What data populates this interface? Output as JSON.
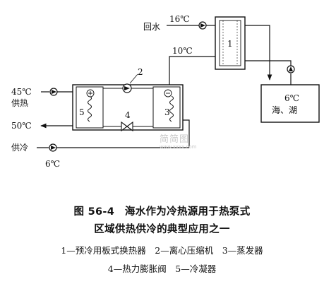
{
  "labels": {
    "return_water": "回水",
    "temp_16": "16℃",
    "temp_10": "10℃",
    "temp_45": "45℃",
    "heating_supply": "供热",
    "temp_50": "50℃",
    "cooling_supply": "供冷",
    "temp_6_bottom": "6℃",
    "temp_6_sea": "6℃",
    "sea_lake": "海、湖"
  },
  "numbers": {
    "n1": "1",
    "n2": "2",
    "n3": "3",
    "n4": "4",
    "n5": "5"
  },
  "watermark": {
    "main": "简简图",
    "sub": "www.xxxx.com"
  },
  "caption": {
    "title_line1": "图 56-4　海水作为冷热源用于热泵式",
    "title_line2": "区域供热供冷的典型应用之一",
    "legend_line1": "1—预冷用板式换热器　2—离心压缩机　3—蒸发器",
    "legend_line2": "4—热力膨胀阀　5—冷凝器"
  },
  "colors": {
    "line": "#111111",
    "watermark": "#c9c9c9"
  }
}
